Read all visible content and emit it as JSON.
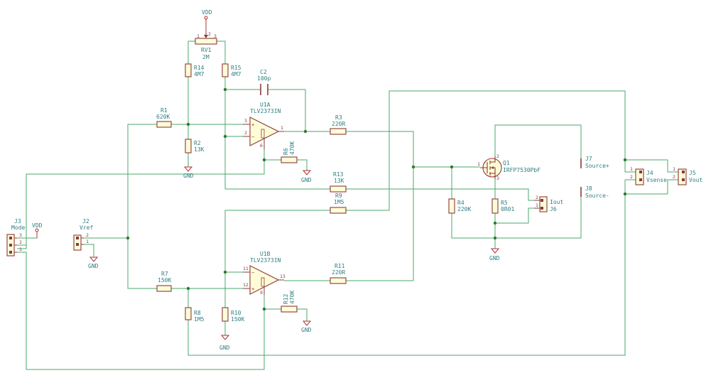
{
  "power": {
    "vdd_top": "VDD",
    "vdd_left": "VDD",
    "gnd": "GND"
  },
  "components": {
    "RV1": {
      "ref": "RV1",
      "value": "2M"
    },
    "R14": {
      "ref": "R14",
      "value": "4M7"
    },
    "R15": {
      "ref": "R15",
      "value": "4M7"
    },
    "C2": {
      "ref": "C2",
      "value": "100p"
    },
    "R1": {
      "ref": "R1",
      "value": "620K"
    },
    "R2": {
      "ref": "R2",
      "value": "13K"
    },
    "U1A": {
      "ref": "U1A",
      "value": "TLV2373IN"
    },
    "R6": {
      "ref": "R6",
      "value": "470K"
    },
    "R3": {
      "ref": "R3",
      "value": "220R"
    },
    "R13": {
      "ref": "R13",
      "value": "13K"
    },
    "R9": {
      "ref": "R9",
      "value": "1M5"
    },
    "Q1": {
      "ref": "Q1",
      "value": "IRFP7530PbF"
    },
    "R4": {
      "ref": "R4",
      "value": "220K"
    },
    "R5": {
      "ref": "R5",
      "value": "0R01"
    },
    "J6": {
      "ref": "J6",
      "value": "Iout"
    },
    "J7": {
      "ref": "J7",
      "value": "Source+"
    },
    "J8": {
      "ref": "J8",
      "value": "Source-"
    },
    "J4": {
      "ref": "J4",
      "value": "Vsense"
    },
    "J5": {
      "ref": "J5",
      "value": "Vout"
    },
    "J3": {
      "ref": "J3",
      "value": "Mode"
    },
    "J2": {
      "ref": "J2",
      "value": "Vref"
    },
    "R7": {
      "ref": "R7",
      "value": "150K"
    },
    "R8": {
      "ref": "R8",
      "value": "1M5"
    },
    "U1B": {
      "ref": "U1B",
      "value": "TLV2373IN"
    },
    "R10": {
      "ref": "R10",
      "value": "150K"
    },
    "R11": {
      "ref": "R11",
      "value": "220R"
    },
    "R12": {
      "ref": "R12",
      "value": "470K"
    }
  },
  "pins": {
    "rv1_1": "1",
    "rv1_2": "2",
    "rv1_3": "3",
    "u1a_in_plus": "3",
    "u1a_in_minus": "2",
    "u1a_out": "1",
    "u1a_pwr": "6",
    "u1b_in_plus": "11",
    "u1b_in_minus": "12",
    "u1b_out": "13",
    "u1b_pwr": "9",
    "q1_g": "1",
    "q1_d": "2",
    "q1_s": "3",
    "j3_3": "3",
    "j3_2": "2",
    "j3_1": "1",
    "j2_2": "2",
    "j2_1": "1",
    "j6_2": "2",
    "j6_1": "1",
    "j4_1": "1",
    "j4_2": "2",
    "j5_1": "1",
    "j5_2": "2",
    "plus": "+",
    "minus": "−"
  },
  "colors": {
    "wire": "#48a868",
    "component": "#8a3a3a",
    "component_fill": "#fffcd8",
    "text": "#2e7f82",
    "power": "#b03030",
    "background": "#ffffff"
  }
}
